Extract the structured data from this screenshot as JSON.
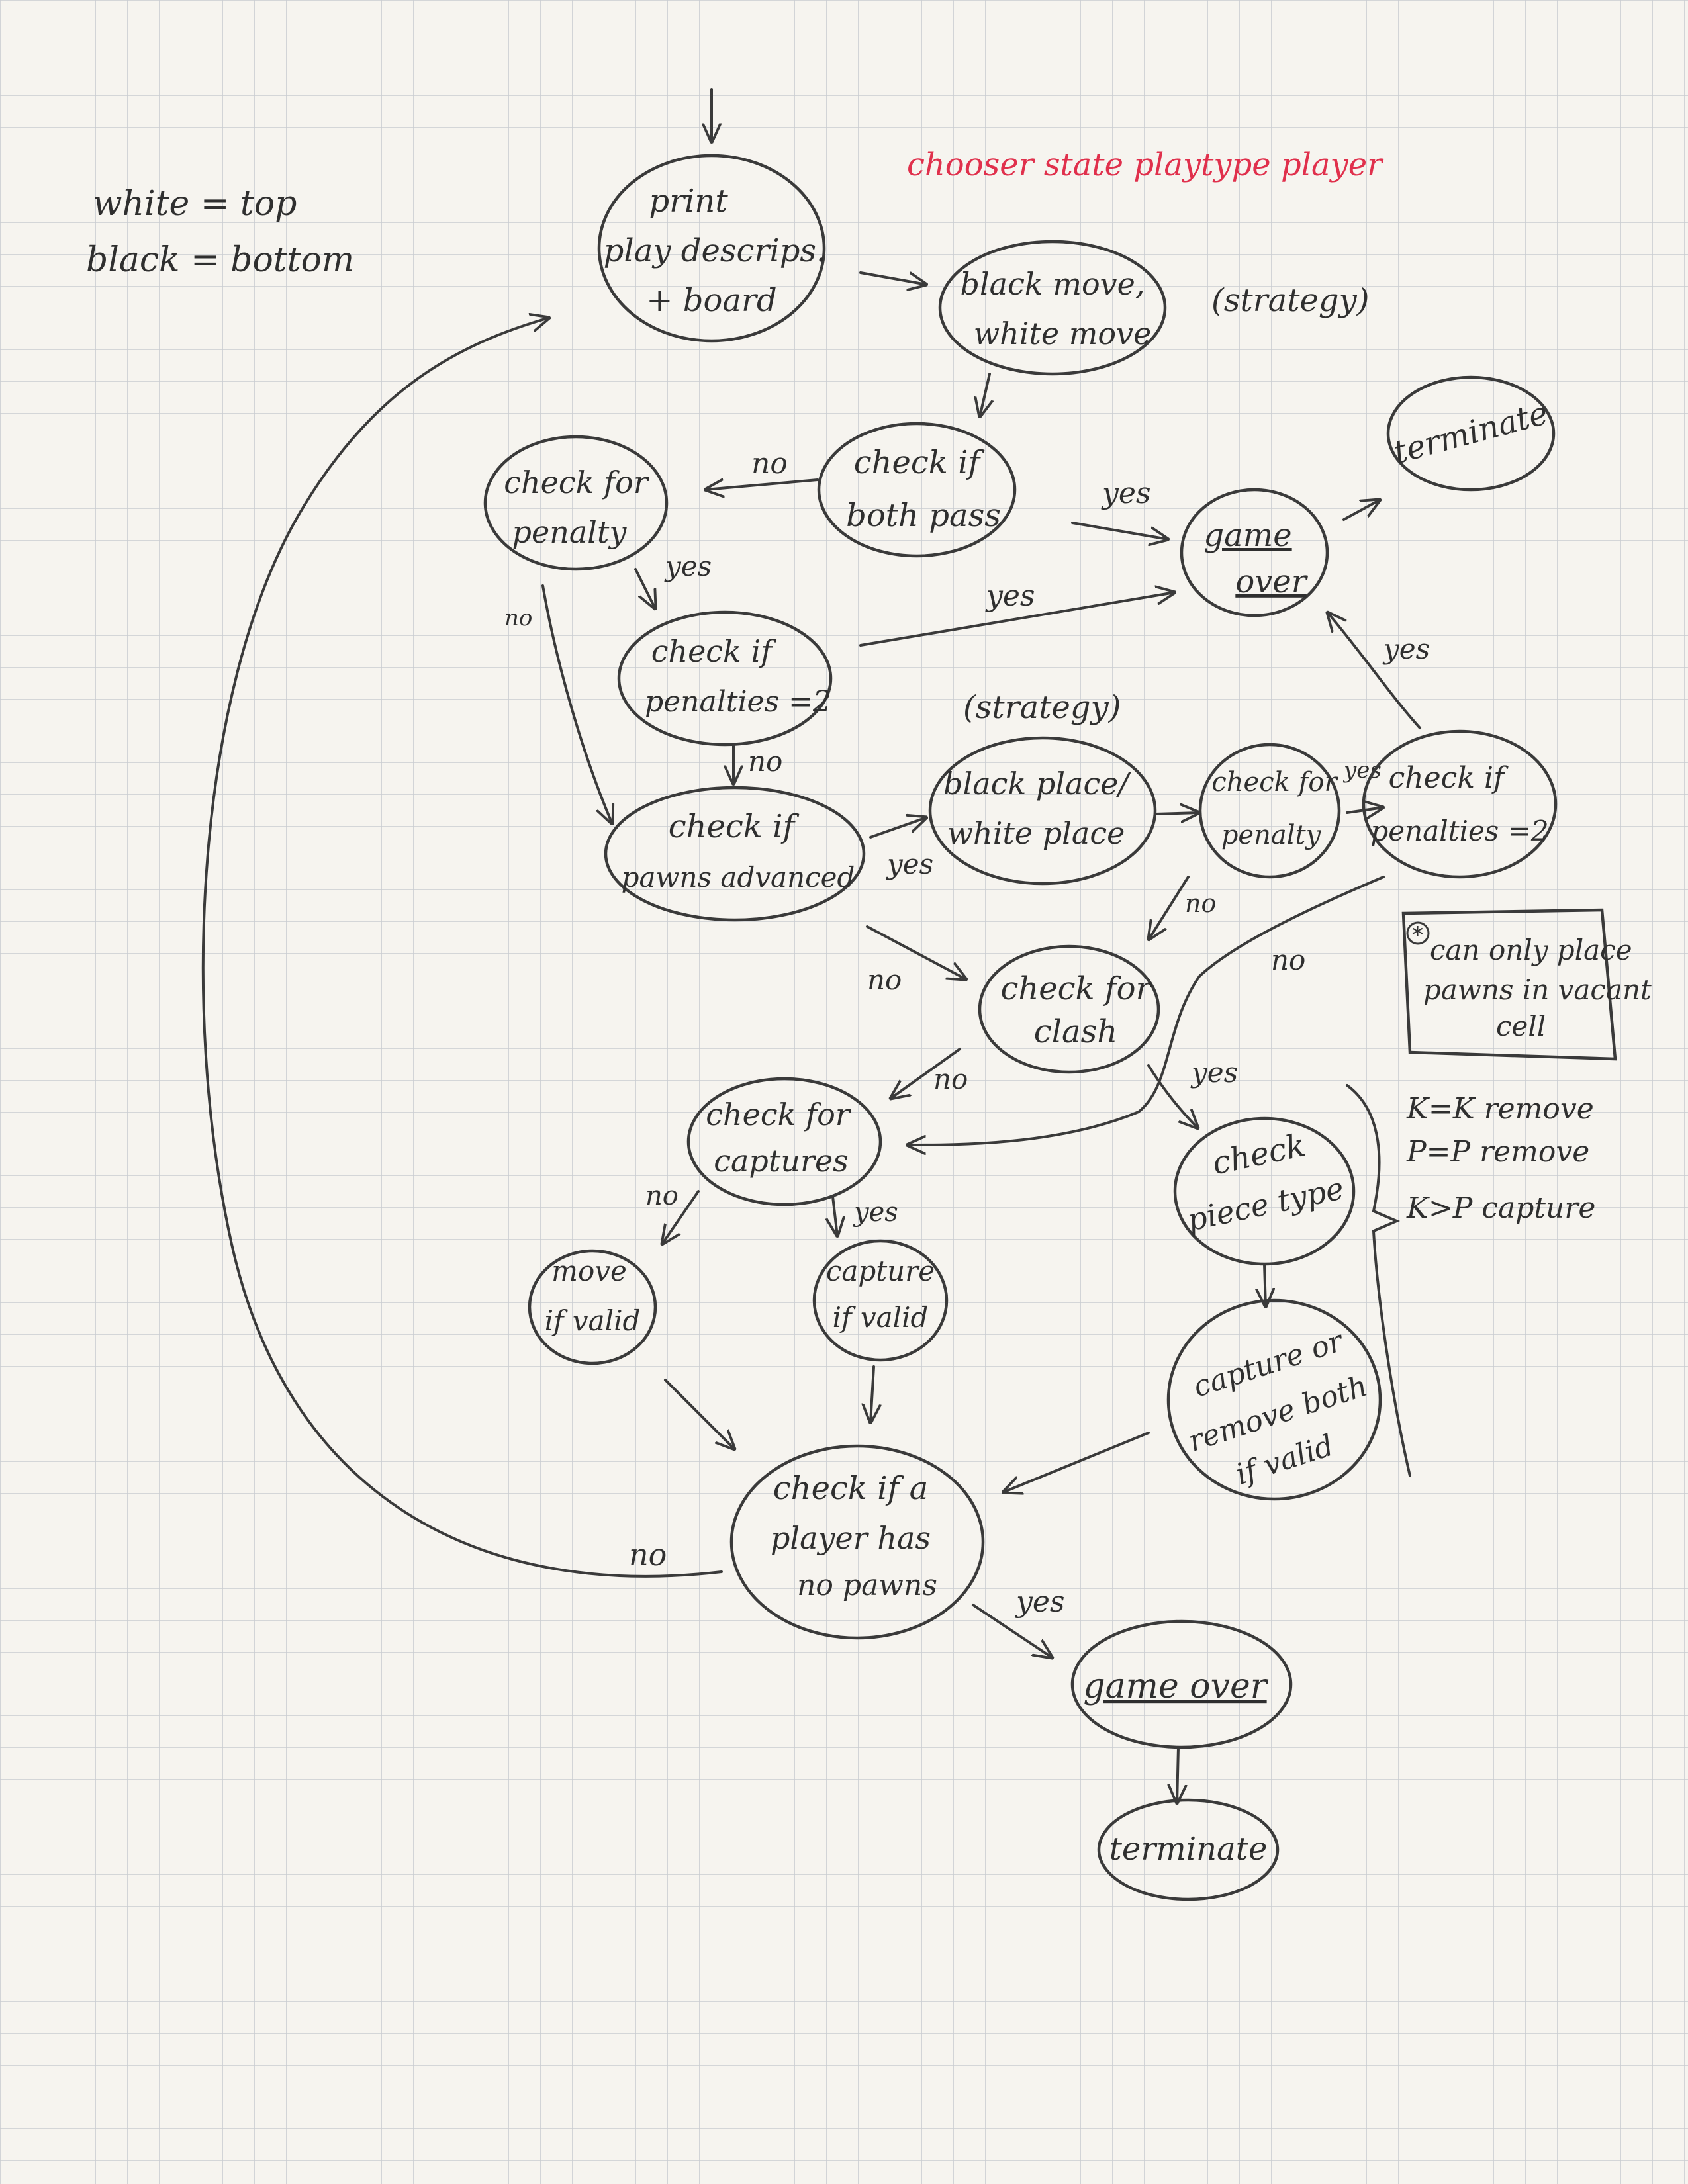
{
  "header": {
    "legend_lines": [
      "white = top",
      "black = bottom"
    ],
    "title": "chooser state playtype player"
  },
  "nodes": {
    "print": [
      "print",
      "play descrips.",
      "+ board"
    ],
    "move": [
      "black move,",
      "white move"
    ],
    "both_pass": [
      "check if",
      "both pass"
    ],
    "penalty1": [
      "check for",
      "penalty"
    ],
    "terminate1": [
      "terminate"
    ],
    "game_over1": [
      "game",
      "over"
    ],
    "penalties2_a": [
      "check if",
      "penalties =2"
    ],
    "pawns_adv": [
      "check if",
      "pawns advanced"
    ],
    "place": [
      "black place/",
      "white place"
    ],
    "penalty2": [
      "check for",
      "penalty"
    ],
    "penalties2_b": [
      "check if",
      "penalties =2"
    ],
    "clash": [
      "check for",
      "clash"
    ],
    "captures": [
      "check for",
      "captures"
    ],
    "piece_type": [
      "check",
      "piece type"
    ],
    "move_valid": [
      "move",
      "if valid"
    ],
    "capture_valid": [
      "capture",
      "if valid"
    ],
    "capture_remove": [
      "capture or",
      "remove both",
      "if valid"
    ],
    "no_pawns": [
      "check if a",
      "player has",
      "no pawns"
    ],
    "game_over2": [
      "game over"
    ],
    "terminate2": [
      "terminate"
    ]
  },
  "labels": {
    "strategy_1": "(strategy)",
    "strategy_2": "(strategy)",
    "no": "no",
    "yes": "yes",
    "note_star": "*",
    "note": [
      "can only place",
      "pawns in vacant",
      "cell"
    ],
    "rules": [
      "K=K  remove",
      "P=P  remove",
      "K>P  capture"
    ]
  }
}
